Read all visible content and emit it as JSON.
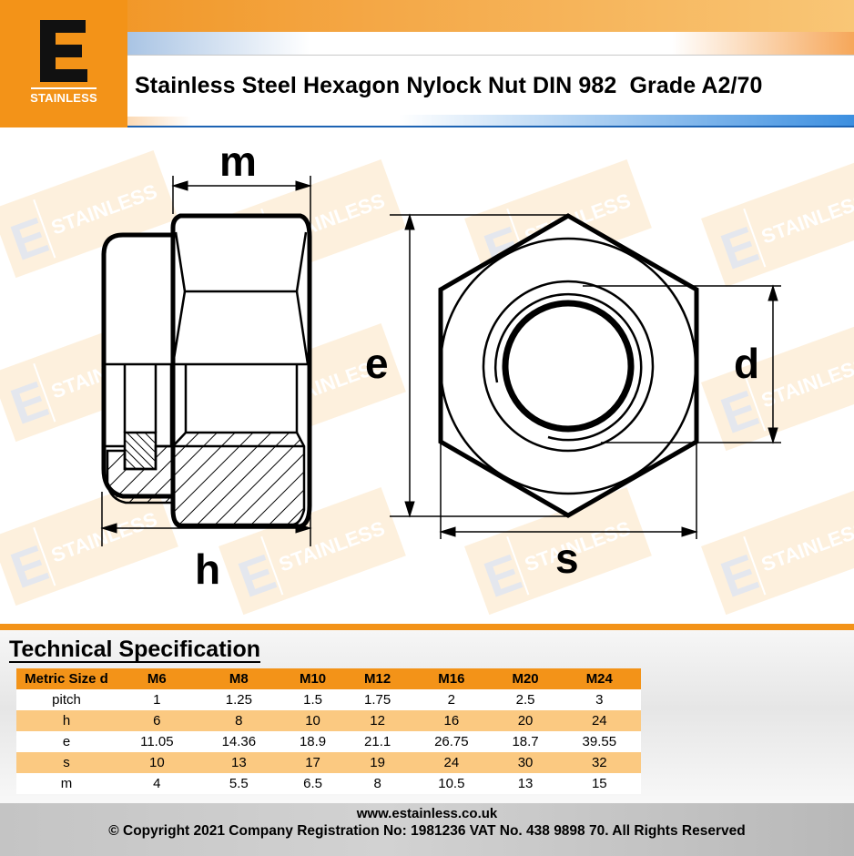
{
  "header": {
    "logo_letter": "E",
    "logo_text": "STAINLESS",
    "title": "Stainless Steel Hexagon Nylock Nut DIN 982  Grade A2/70"
  },
  "colors": {
    "brand_orange": "#f39318",
    "table_band": "#fbc981",
    "header_blue": "#1d63b3",
    "footer_gray": "#c4c4c4"
  },
  "drawing": {
    "watermark_text": "STAINLESS",
    "watermark_letter": "E",
    "labels": {
      "m": "m",
      "h": "h",
      "e": "e",
      "d": "d",
      "s": "s"
    }
  },
  "spec": {
    "title": "Technical Specification",
    "columns": [
      "Metric Size d",
      "M6",
      "M8",
      "M10",
      "M12",
      "M16",
      "M20",
      "M24"
    ],
    "rows": [
      {
        "label": "pitch",
        "values": [
          "1",
          "1.25",
          "1.5",
          "1.75",
          "2",
          "2.5",
          "3"
        ]
      },
      {
        "label": "h",
        "values": [
          "6",
          "8",
          "10",
          "12",
          "16",
          "20",
          "24"
        ]
      },
      {
        "label": "e",
        "values": [
          "11.05",
          "14.36",
          "18.9",
          "21.1",
          "26.75",
          "18.7",
          "39.55"
        ]
      },
      {
        "label": "s",
        "values": [
          "10",
          "13",
          "17",
          "19",
          "24",
          "30",
          "32"
        ]
      },
      {
        "label": "m",
        "values": [
          "4",
          "5.5",
          "6.5",
          "8",
          "10.5",
          "13",
          "15"
        ]
      }
    ]
  },
  "footer": {
    "url": "www.estainless.co.uk",
    "copyright": "© Copyright 2021 Company Registration No: 1981236 VAT No. 438 9898 70. All Rights Reserved"
  }
}
